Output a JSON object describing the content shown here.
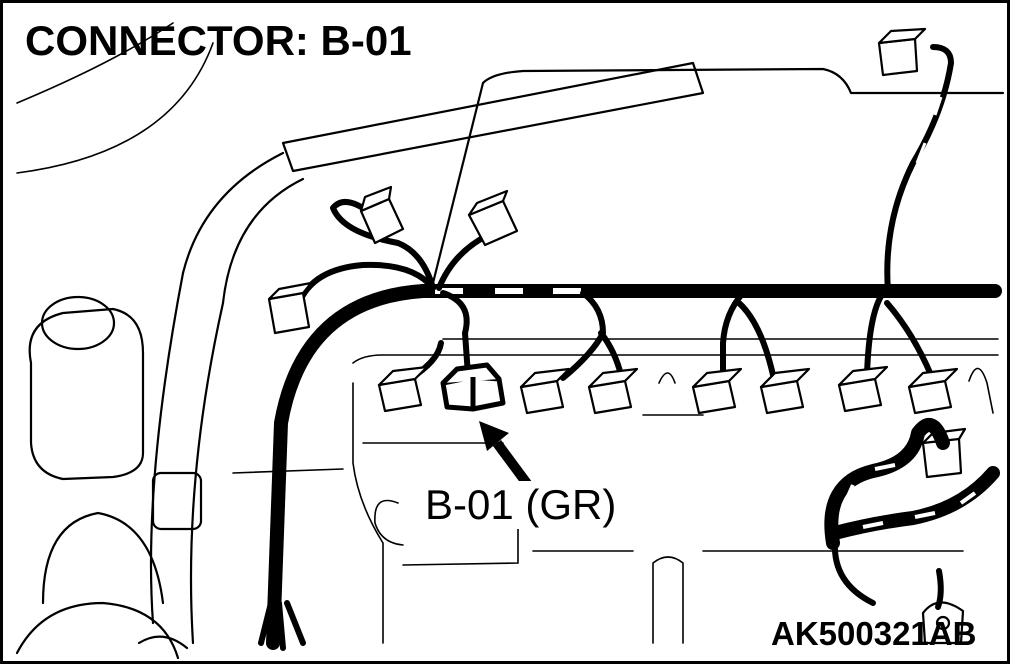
{
  "diagram": {
    "title": "CONNECTOR: B-01",
    "callout_label": "B-01 (GR)",
    "figure_id": "AK500321AB",
    "highlighted_connector": "B-01",
    "colors": {
      "line": "#000000",
      "background": "#ffffff"
    }
  }
}
